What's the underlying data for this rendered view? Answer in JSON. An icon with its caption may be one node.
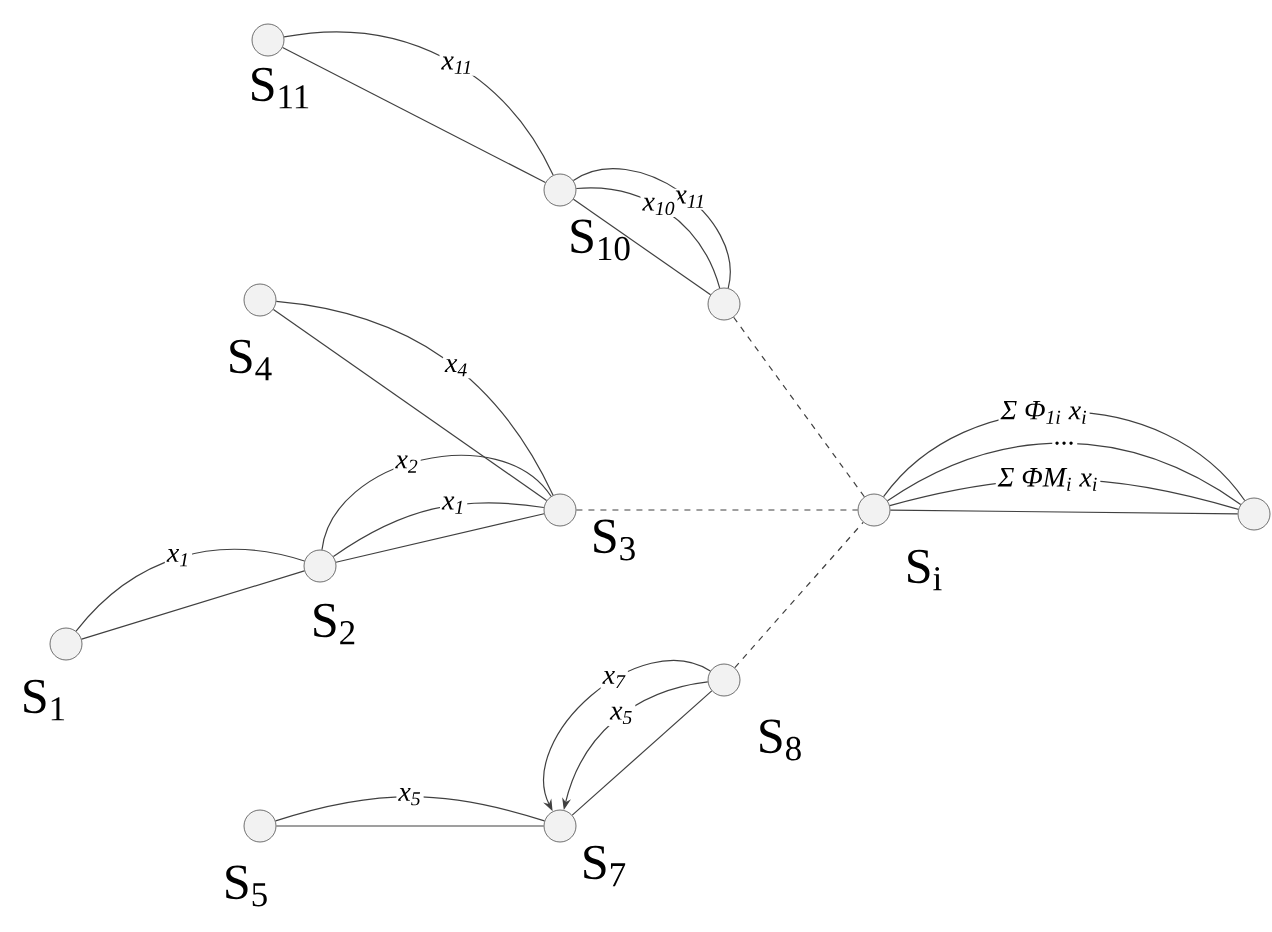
{
  "diagram": {
    "nodes": [
      {
        "text": [],
        "shape": "circle",
        "beside": [
          "S$_{11}$"
        ]
      },
      {
        "text": [],
        "shape": "circle",
        "beside": [
          "S$_{10}$"
        ]
      },
      {
        "text": [],
        "shape": "circle"
      },
      {
        "text": [],
        "shape": "circle",
        "beside": [
          "S$_{4}$"
        ]
      },
      {
        "text": [],
        "shape": "circle",
        "beside": [
          "S$_{3}$"
        ]
      },
      {
        "text": [],
        "shape": "circle",
        "beside": [
          "S$_{2}$"
        ]
      },
      {
        "text": [],
        "shape": "circle",
        "beside": [
          "S$_{1}$"
        ]
      },
      {
        "text": [],
        "shape": "circle",
        "beside": [
          "S$_{i}$"
        ]
      },
      {
        "text": [],
        "shape": "circle"
      },
      {
        "text": [],
        "shape": "circle",
        "beside": [
          "S$_{8}$"
        ]
      },
      {
        "text": [],
        "shape": "circle",
        "beside": [
          "S$_{5}$"
        ]
      },
      {
        "text": [],
        "shape": "circle",
        "beside": [
          "S$_{7}$"
        ]
      }
    ],
    "edges": [
      {
        "from": 0,
        "to": 1,
        "arrow": "none"
      },
      {
        "from": 0,
        "to": 1,
        "arrow": "none",
        "label": "x$_{11}$"
      },
      {
        "from": 1,
        "to": 2,
        "arrow": "none"
      },
      {
        "from": 1,
        "to": 2,
        "arrow": "none",
        "label": "x$_{11}$"
      },
      {
        "from": 1,
        "to": 2,
        "arrow": "none",
        "label": "x$_{10}$"
      },
      {
        "from": 2,
        "to": 7,
        "arrow": "none",
        "style": "dashed"
      },
      {
        "from": 3,
        "to": 4,
        "arrow": "none"
      },
      {
        "from": 3,
        "to": 4,
        "arrow": "none",
        "label": "x$_{4}$"
      },
      {
        "from": 5,
        "to": 4,
        "arrow": "none",
        "label": "x$_{2}$"
      },
      {
        "from": 5,
        "to": 4,
        "arrow": "none",
        "label": "x$_{1}$"
      },
      {
        "from": 5,
        "to": 4,
        "arrow": "none"
      },
      {
        "from": 6,
        "to": 5,
        "arrow": "none"
      },
      {
        "from": 6,
        "to": 5,
        "arrow": "none",
        "label": "x$_{1}$"
      },
      {
        "from": 4,
        "to": 7,
        "arrow": "none",
        "style": "dashed"
      },
      {
        "from": 9,
        "to": 7,
        "arrow": "none",
        "style": "dashed"
      },
      {
        "from": 7,
        "to": 8,
        "arrow": "none"
      },
      {
        "from": 7,
        "to": 8,
        "arrow": "none",
        "label": "Σ  Φ$_{1i}$ x$_{i}$"
      },
      {
        "from": 7,
        "to": 8,
        "arrow": "none",
        "label": "..."
      },
      {
        "from": 7,
        "to": 8,
        "arrow": "none",
        "label": "Σ  ΦM$_{i}$ x$_{i}$"
      },
      {
        "from": 10,
        "to": 11,
        "arrow": "none"
      },
      {
        "from": 10,
        "to": 11,
        "arrow": "none",
        "label": "x$_{5}$"
      },
      {
        "from": 9,
        "to": 11,
        "arrow": "none"
      },
      {
        "from": 9,
        "to": 11,
        "arrow": "to",
        "label": "x$_{5}$"
      },
      {
        "from": 9,
        "to": 11,
        "arrow": "to",
        "label": "x$_{7}$"
      }
    ]
  }
}
